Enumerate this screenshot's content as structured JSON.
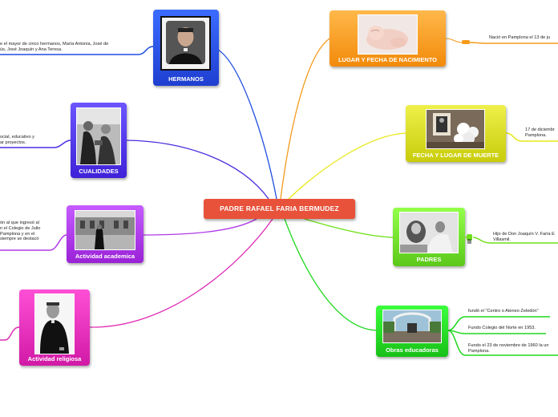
{
  "central": {
    "title": "PADRE RAFAEL FARIA BERMUDEZ",
    "color": "#e8523a"
  },
  "nodes": {
    "hermanos": {
      "title": "HERMANOS",
      "color": "#1f4fe0",
      "photo_icon": "priest-portrait-photo"
    },
    "cualidades": {
      "title": "CUALIDADES",
      "color": "#4a2ee0",
      "photo_icon": "priest-with-people-photo"
    },
    "academica": {
      "title": "Actividad academica",
      "color": "#b03ae6",
      "photo_icon": "school-street-photo"
    },
    "religiosa": {
      "title": "Actividad religiosa",
      "color": "#e02bb5",
      "photo_icon": "priest-standing-photo"
    },
    "nacimiento": {
      "title": "LUGAR Y FECHA DE NACIMIENTO",
      "color": "#f59a1b",
      "photo_icon": "newborn-baby-photo"
    },
    "muerte": {
      "title": "FECHA Y LUGAR DE MUERTE",
      "color": "#d8e01a",
      "photo_icon": "funeral-flowers-photo"
    },
    "padres": {
      "title": "PADRES",
      "color": "#6fe01a",
      "photo_icon": "parents-photo"
    },
    "obras": {
      "title": "Obras educadoras",
      "color": "#1ed81e",
      "photo_icon": "school-gate-photo"
    }
  },
  "notes": {
    "hermanos": "e el mayor de cinco hermanos, María Antonia, José de\nús, José Joaquín y Ana Teresa.",
    "cualidades": "ocial, educativo y\nar proyectos.",
    "academica": "ón al que ingresó al\nn el Colegio de Julio\nPamplona y en el\nsiempre se destacó",
    "nacimiento": "Nació en Pamplona el 13 de ju",
    "muerte": "17 de diciembr\nPamplona.",
    "padres": "Hijo de Don Joaquín V. Faría E\nVillasmil.",
    "obras_1": "fundó el \"Centro o Ateneo Zeledón\"",
    "obras_2": "Fundo Colegio del Norte en 1953.",
    "obras_3": "Fundo el 23 de noviembre de 1960 la un\nPamplona."
  },
  "colors": {
    "line_text": "#222222",
    "pin": "#f59a1b",
    "padres_pin": "#6fe01a"
  }
}
